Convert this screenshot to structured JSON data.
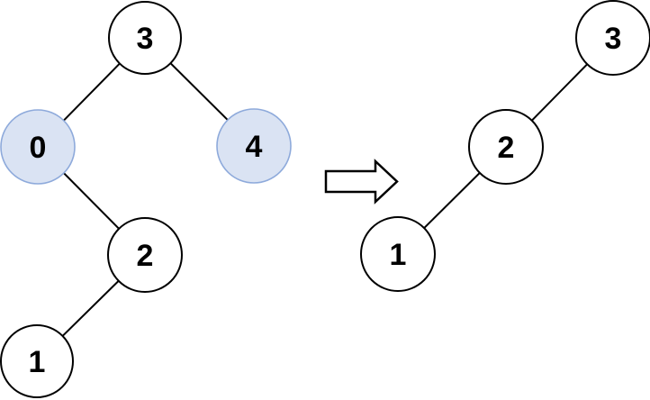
{
  "colors": {
    "background": "#ffffff",
    "node_fill": "#ffffff",
    "node_stroke": "#000000",
    "highlight_fill": "#dae3f3",
    "highlight_stroke": "#8eaadb",
    "edge_stroke": "#000000",
    "label_color": "#000000",
    "arrow_fill": "#ffffff",
    "arrow_stroke": "#000000"
  },
  "left_tree": {
    "nodes": [
      {
        "value": "3",
        "highlighted": false
      },
      {
        "value": "0",
        "highlighted": true
      },
      {
        "value": "4",
        "highlighted": true
      },
      {
        "value": "2",
        "highlighted": false
      },
      {
        "value": "1",
        "highlighted": false
      }
    ],
    "edges": [
      [
        "3",
        "0"
      ],
      [
        "3",
        "4"
      ],
      [
        "0",
        "2"
      ],
      [
        "2",
        "1"
      ]
    ]
  },
  "right_tree": {
    "nodes": [
      {
        "value": "3"
      },
      {
        "value": "2"
      },
      {
        "value": "1"
      }
    ],
    "edges": [
      [
        "3",
        "2"
      ],
      [
        "2",
        "1"
      ]
    ]
  },
  "arrow": {
    "icon": "right-block-arrow"
  }
}
